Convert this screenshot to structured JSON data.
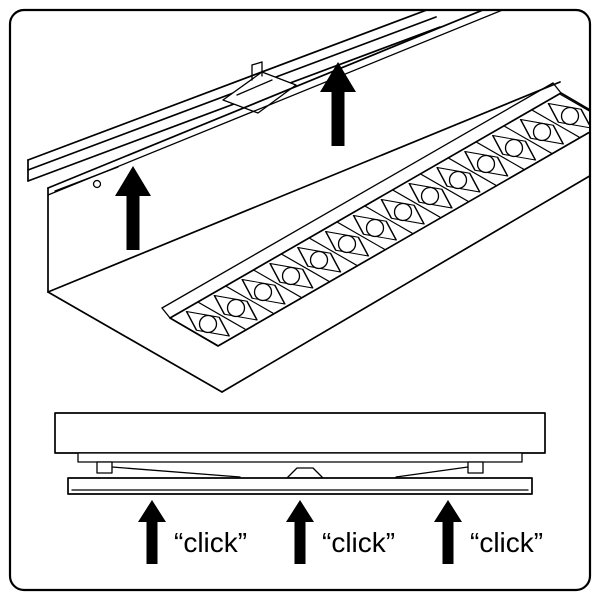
{
  "figure": {
    "colors": {
      "line": "#000000",
      "arrow": "#000000",
      "hatch": "#7a7a7a",
      "background": "#ffffff"
    },
    "click_labels": [
      "“click”",
      "“click”",
      "“click”"
    ]
  }
}
